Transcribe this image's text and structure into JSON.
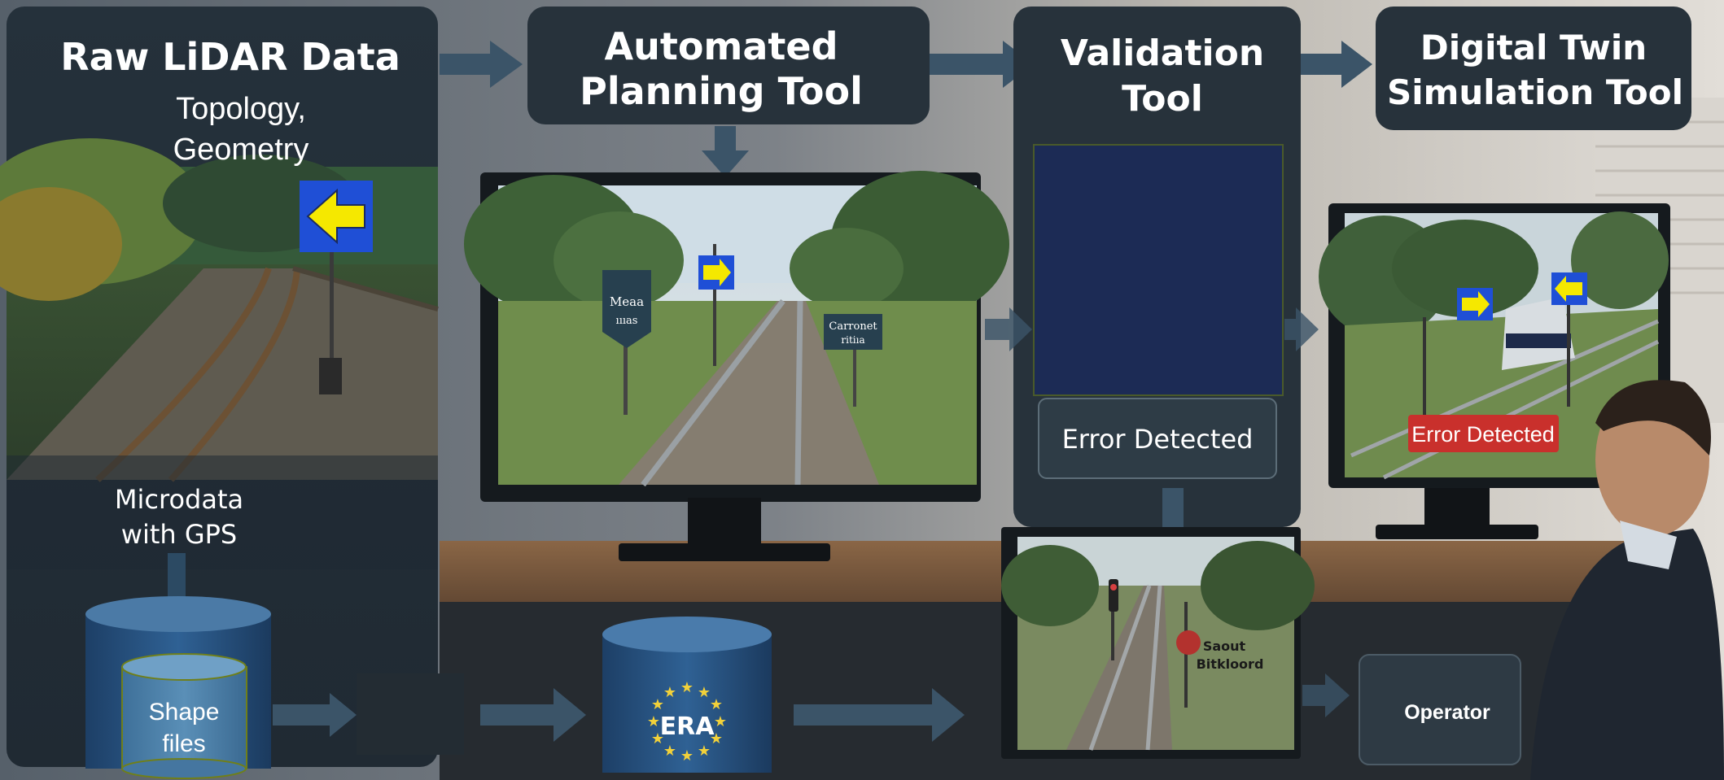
{
  "stages": {
    "raw_lidar": {
      "title": "Raw LiDAR Data",
      "subtitle_line1": "Topology,",
      "subtitle_line2": "Geometry"
    },
    "planning": {
      "title_line1": "Automated",
      "title_line2": "Planning Tool"
    },
    "validation": {
      "title_line1": "Validation",
      "title_line2": "Tool"
    },
    "digital_twin": {
      "title_line1": "Digital Twin",
      "title_line2": "Simulation Tool"
    }
  },
  "microdata": {
    "line1": "Microdata",
    "line2": "with GPS"
  },
  "databases": {
    "shape_files": {
      "line1": "Shape",
      "line2": "files"
    },
    "era": {
      "label": "ERA"
    }
  },
  "monitor_signs": {
    "planning_left_line1": "Meaa",
    "planning_left_line2": "ıııas",
    "planning_right_line1": "Carronet",
    "planning_right_line2": "ritiıa",
    "validation_small_line1": "Saout",
    "validation_small_line2": "Bitkloord"
  },
  "error_panel": {
    "label": "Error Detected"
  },
  "twin_error": {
    "label": "Error Detected"
  },
  "operator": {
    "label": "Operator"
  },
  "colors": {
    "panel": "#2a3640",
    "panel_dark": "#1f2a33",
    "navy": "#1c2b55",
    "arrow": "#3b5468",
    "sign_blue": "#1f4fd6",
    "sign_yellow": "#f5e800",
    "error_red": "#c9302c",
    "era_blue": "#1f4e86"
  }
}
